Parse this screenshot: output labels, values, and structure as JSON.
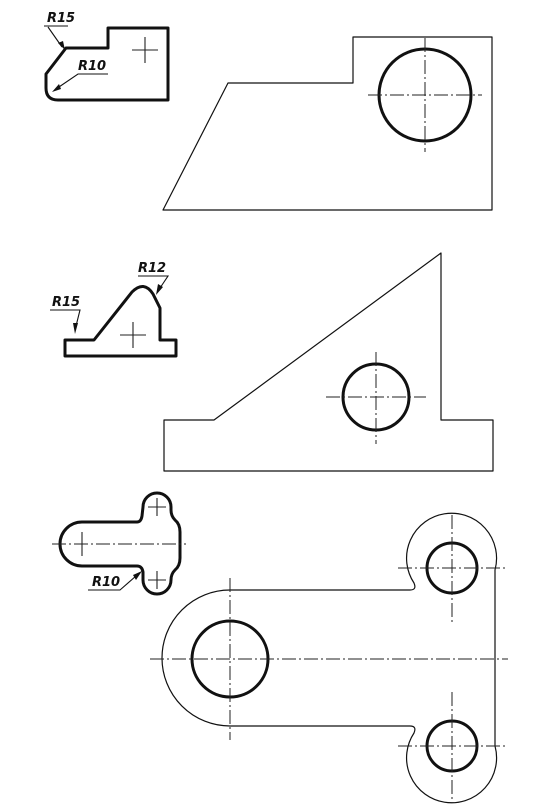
{
  "exercises": [
    {
      "id": 1,
      "labels": [
        "R15",
        "R10"
      ]
    },
    {
      "id": 2,
      "labels": [
        "R12",
        "R15"
      ]
    },
    {
      "id": 3,
      "labels": [
        "R10"
      ]
    }
  ]
}
